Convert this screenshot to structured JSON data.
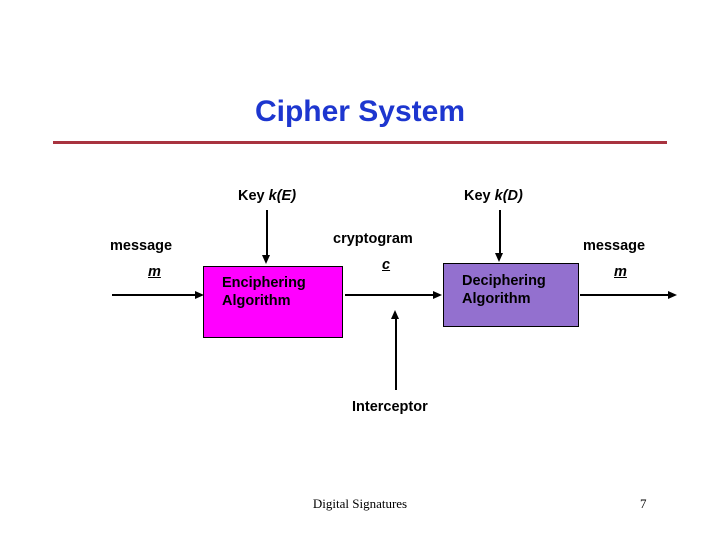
{
  "slide": {
    "title": "Cipher System",
    "title_color": "#1d36cf",
    "rule_color": "#a8333f",
    "background": "#ffffff"
  },
  "diagram": {
    "type": "block-flow",
    "labels": {
      "key_encrypt_word": "Key ",
      "key_encrypt_var": "k(E)",
      "key_decrypt_word": "Key ",
      "key_decrypt_var": "k(D)",
      "message_in": "message",
      "message_in_var": "m",
      "cryptogram": "cryptogram",
      "cryptogram_var": "c",
      "message_out": "message",
      "message_out_var": "m",
      "interceptor": "Interceptor"
    },
    "blocks": [
      {
        "id": "enciphering",
        "line1": "Enciphering",
        "line2": "Algorithm",
        "fill": "#ff00ff",
        "border": "#000000"
      },
      {
        "id": "deciphering",
        "line1": "Deciphering",
        "line2": "Algorithm",
        "fill": "#9370cf",
        "border": "#000000"
      }
    ],
    "arrows": [
      {
        "id": "message-in",
        "from": "message m",
        "to": "enciphering",
        "direction": "right"
      },
      {
        "id": "key-e-in",
        "from": "Key k(E)",
        "to": "enciphering",
        "direction": "down"
      },
      {
        "id": "cryptogram-flow",
        "from": "enciphering",
        "to": "deciphering",
        "direction": "right"
      },
      {
        "id": "key-d-in",
        "from": "Key k(D)",
        "to": "deciphering",
        "direction": "down"
      },
      {
        "id": "message-out",
        "from": "deciphering",
        "to": "message m",
        "direction": "right"
      },
      {
        "id": "interceptor-tap",
        "from": "Interceptor",
        "to": "cryptogram-flow",
        "direction": "up"
      }
    ]
  },
  "footer": {
    "title": "Digital Signatures",
    "page_number": "7"
  }
}
